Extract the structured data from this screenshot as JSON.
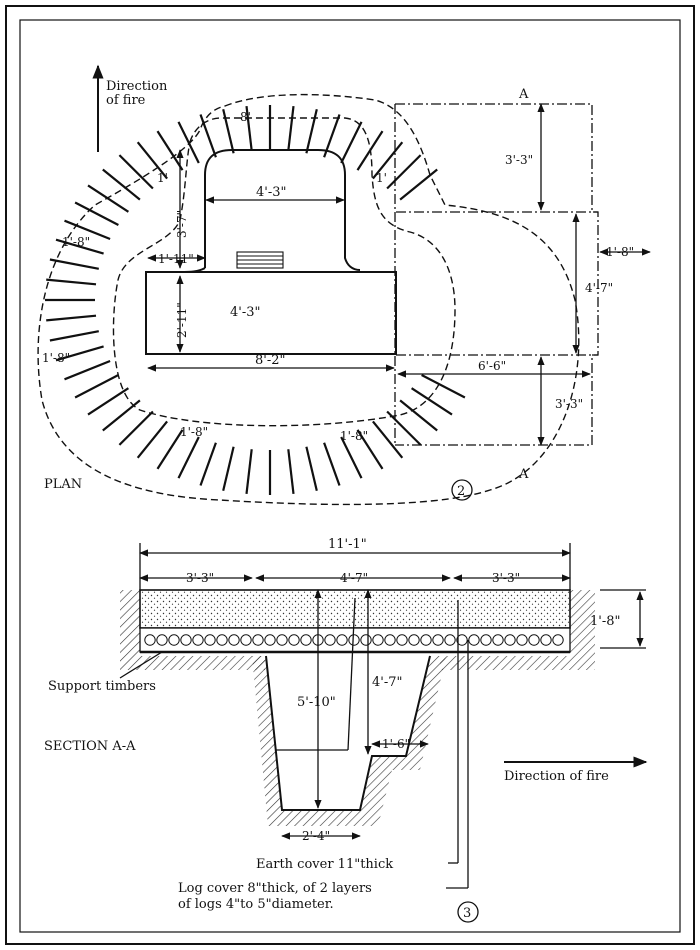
{
  "plan": {
    "title": "PLAN",
    "direction_label_1": "Direction",
    "direction_label_2": "of fire",
    "section_marker_top": "A",
    "section_marker_bottom": "A",
    "figure_number": "2",
    "dims": {
      "top_parapet": "8'",
      "left_one": "1'",
      "right_one": "1'",
      "vertical_3_7": "3'-7\"",
      "width_4_3_top": "4'-3\"",
      "left_1_8": "1'-8\"",
      "left_1_11": "1'-11\"",
      "vertical_2_11": "2'-11\"",
      "center_4_3": "4'-3\"",
      "left_lower_1_8": "1'-8\"",
      "bottom_8_2": "8'-2\"",
      "bottom_left_1_8": "1'-8\"",
      "bottom_right_1_8": "1'-8\"",
      "right_3_3_top": "3'-3\"",
      "right_1_8": "1'-8\"",
      "right_4_7": "4'-7\"",
      "right_6_6": "6'-6\"",
      "right_3_3_bottom": "3'-3\""
    }
  },
  "section": {
    "title": "SECTION A-A",
    "figure_number": "3",
    "direction_label": "Direction of fire",
    "support_label": "Support timbers",
    "earth_cover_label": "Earth cover 11\"thick",
    "log_cover_line1": "Log cover 8\"thick, of 2 layers",
    "log_cover_line2": "of logs 4\"to 5\"diameter.",
    "dims": {
      "overall": "11'-1\"",
      "left_3_3": "3'-3\"",
      "mid_4_7": "4'-7\"",
      "right_3_3": "3'-3\"",
      "cover_1_8": "1'-8\"",
      "depth_5_10": "5'-10\"",
      "depth_4_7": "4'-7\"",
      "step_1_6": "1'-6\"",
      "bottom_2_4": "2'-4\""
    }
  }
}
